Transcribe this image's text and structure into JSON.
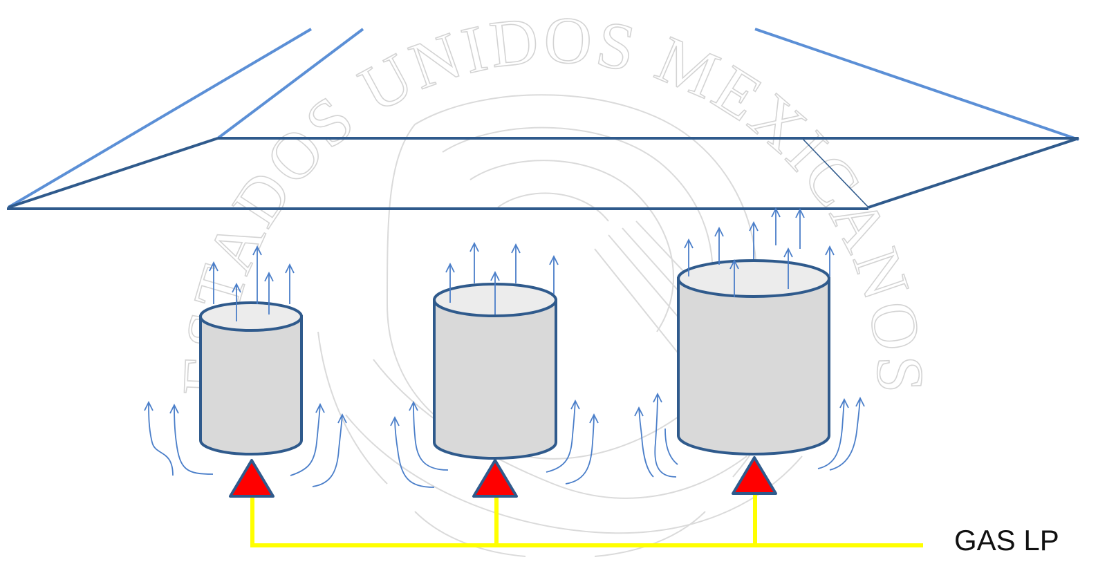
{
  "watermark": {
    "text": "ESTADOS UNIDOS MEXICANOS"
  },
  "gas": {
    "label": "GAS LP",
    "line_color": "#ffff00"
  },
  "colors": {
    "hood_light": "#5b8fd6",
    "hood_dark": "#2f5a8c",
    "pot_fill": "#d9d9d9",
    "pot_stroke": "#2f5a8c",
    "burner_fill": "#ff0000",
    "burner_stroke": "#2f5a8c",
    "arrow": "#4a7ec9",
    "watermark": "#cfcfcf"
  },
  "icons": {
    "hood": "extraction-hood",
    "pots": "cylinder-pot",
    "burners": "triangle-flame",
    "arrows": "up-arrow-heat-flow"
  }
}
